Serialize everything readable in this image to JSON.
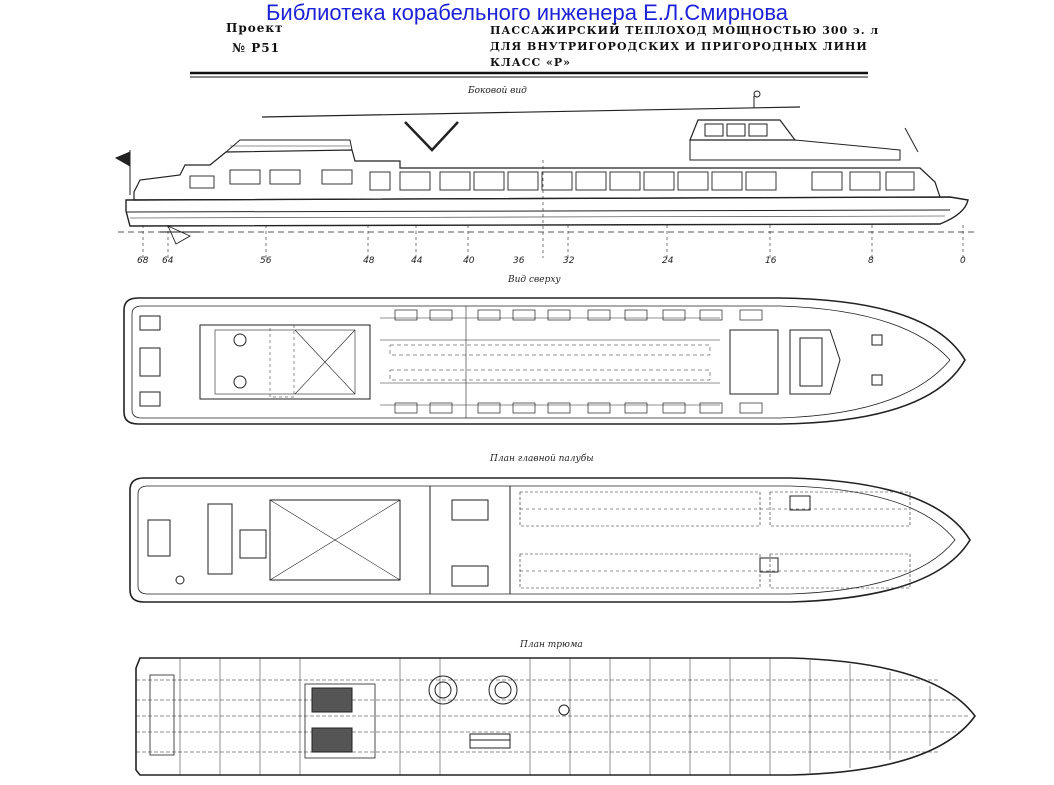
{
  "header": {
    "library_title": "Библиотека корабельного инженера Е.Л.Смирнова",
    "project_label": "Проект",
    "project_number": "№ Р51",
    "ship_title_line1": "ПАССАЖИРСКИЙ ТЕПЛОХОД МОЩНОСТЬЮ 300 э. л",
    "ship_title_line2": "ДЛЯ ВНУТРИГОРОДСКИХ И ПРИГОРОДНЫХ ЛИНИ",
    "ship_title_line3": "КЛАСС «Р»"
  },
  "views": {
    "side": "Боковой вид",
    "top": "Вид сверху",
    "main_deck": "План главной палубы",
    "hold": "План трюма"
  },
  "frames": [
    "68",
    "64",
    "56",
    "48",
    "44",
    "40",
    "36",
    "32",
    "24",
    "16",
    "8",
    "0"
  ]
}
